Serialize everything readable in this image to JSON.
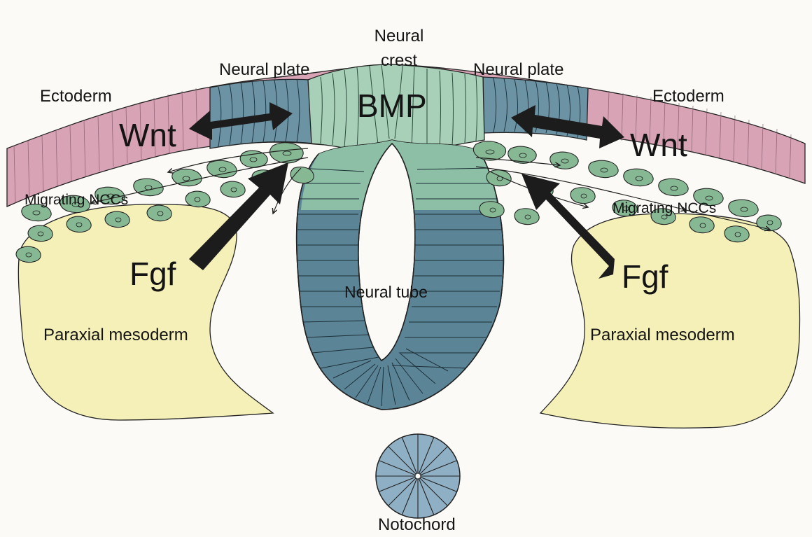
{
  "labels": {
    "ectoderm_left": "Ectoderm",
    "ectoderm_right": "Ectoderm",
    "neural_plate_left": "Neural plate",
    "neural_plate_right": "Neural plate",
    "neural_crest_line1": "Neural",
    "neural_crest_line2": "crest",
    "bmp": "BMP",
    "wnt_left": "Wnt",
    "wnt_right": "Wnt",
    "migrating_left": "Migrating NCCs",
    "migrating_right": "Migrating NCCs",
    "fgf_left": "Fgf",
    "fgf_right": "Fgf",
    "neural_tube": "Neural tube",
    "paraxial_left": "Paraxial mesoderm",
    "paraxial_right": "Paraxial mesoderm",
    "notochord": "Notochord"
  },
  "colors": {
    "ectoderm": "#d9a3b6",
    "neural_plate": "#6c93a4",
    "neural_crest": "#a8cfb7",
    "neural_tube": "#5b8597",
    "mesoderm": "#f5f0b8",
    "ncc": "#86b894",
    "notochord": "#8fb0c4",
    "arrow": "#1c1c1c"
  }
}
